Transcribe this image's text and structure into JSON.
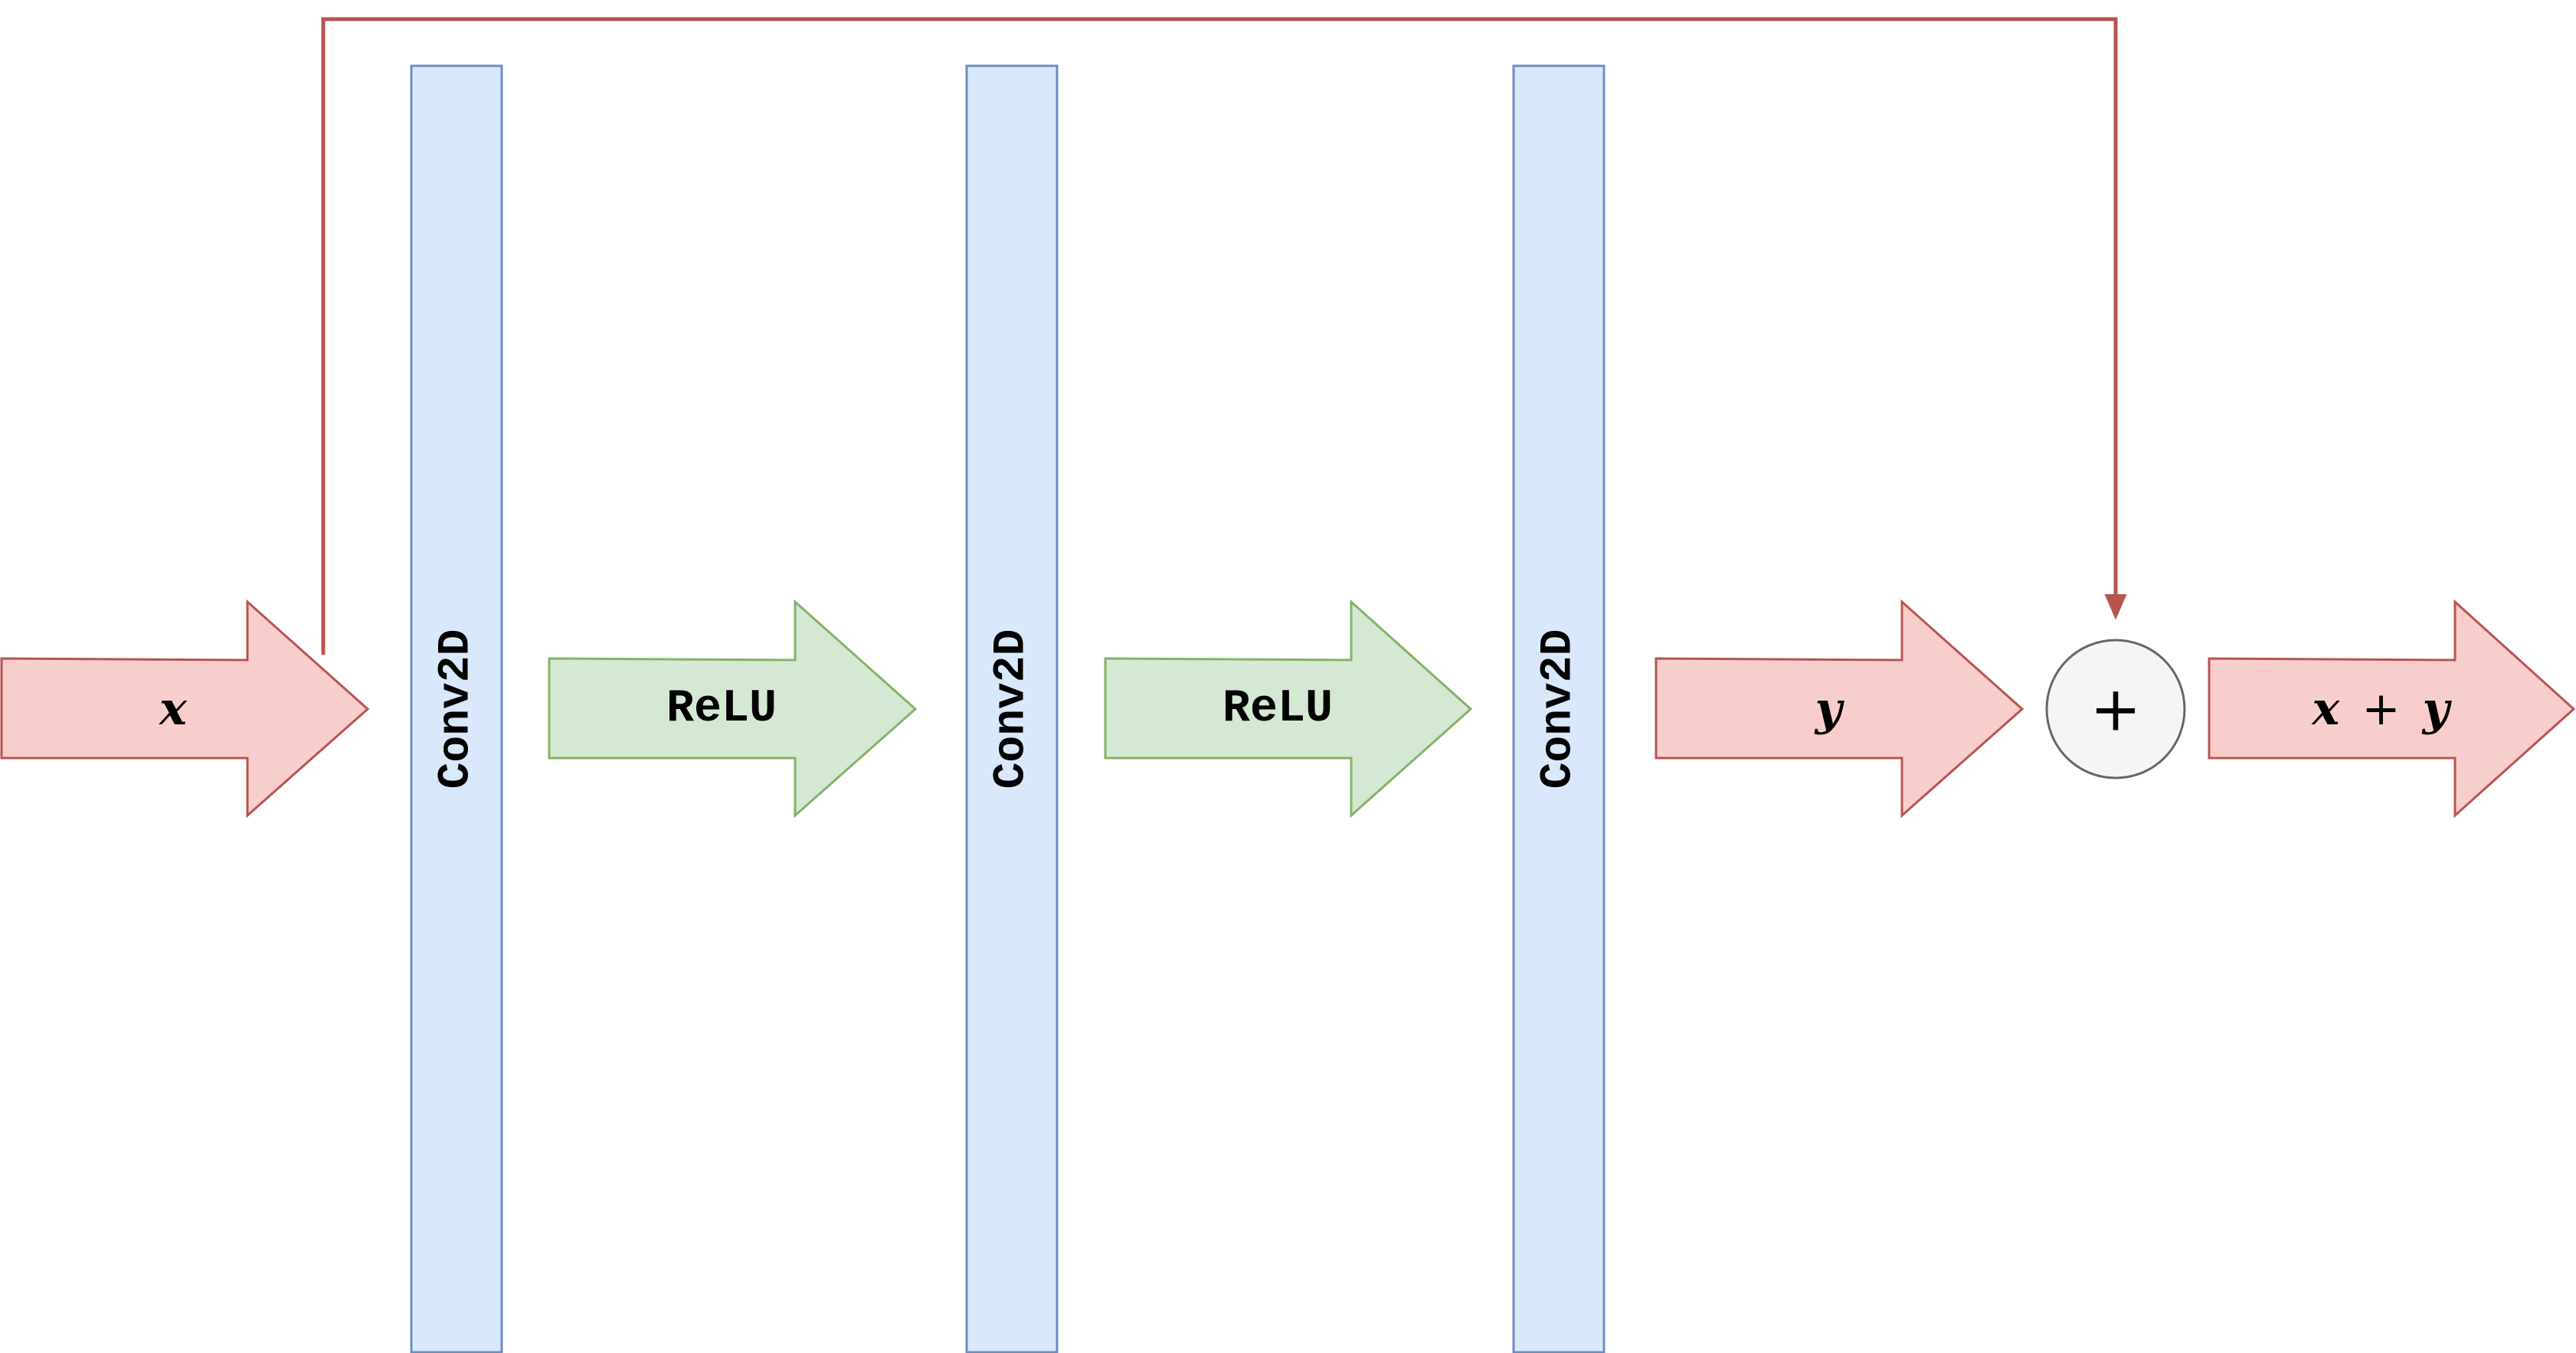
{
  "colors": {
    "red_fill": "#f8cecc",
    "red_stroke": "#b85450",
    "green_fill": "#d5e8d4",
    "green_stroke": "#82b366",
    "blue_fill": "#dae8fc",
    "blue_stroke": "#6c8ebf",
    "circle_fill": "#f5f5f5",
    "circle_stroke": "#666666",
    "text": "#000000"
  },
  "input": {
    "label": "x"
  },
  "layers": [
    {
      "label": "Conv2D"
    },
    {
      "label": "Conv2D"
    },
    {
      "label": "Conv2D"
    }
  ],
  "activations": [
    {
      "label": "ReLU"
    },
    {
      "label": "ReLU"
    }
  ],
  "output_y": {
    "label": "y"
  },
  "sum_node": {
    "symbol": "+"
  },
  "result": {
    "part1": "x",
    "operator": "+",
    "part2": "y"
  }
}
